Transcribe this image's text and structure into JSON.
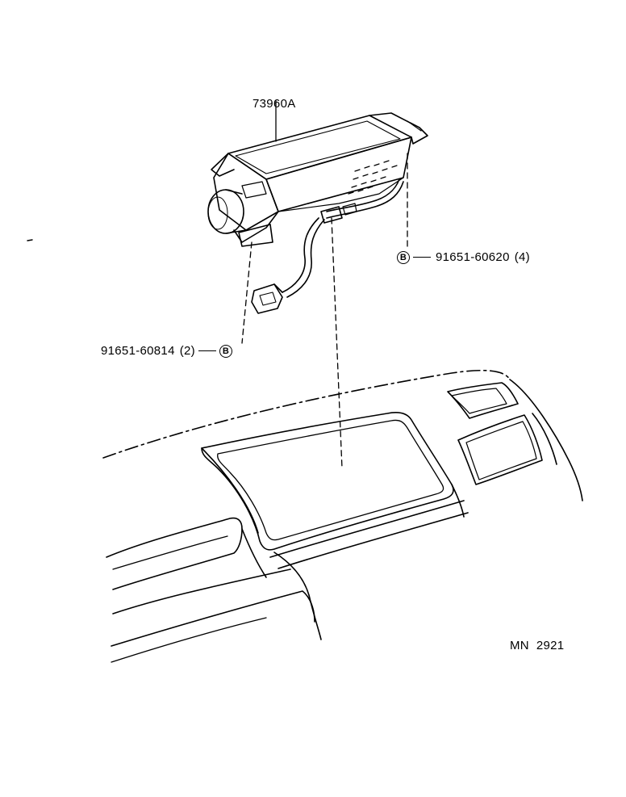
{
  "diagram": {
    "part_number_main": "73960A",
    "callouts": [
      {
        "symbol": "B",
        "part": "91651-60620",
        "qty": "(4)"
      },
      {
        "symbol": "B",
        "part": "91651-60814",
        "qty": "(2)"
      }
    ],
    "drawing_code": "MN  2921"
  }
}
